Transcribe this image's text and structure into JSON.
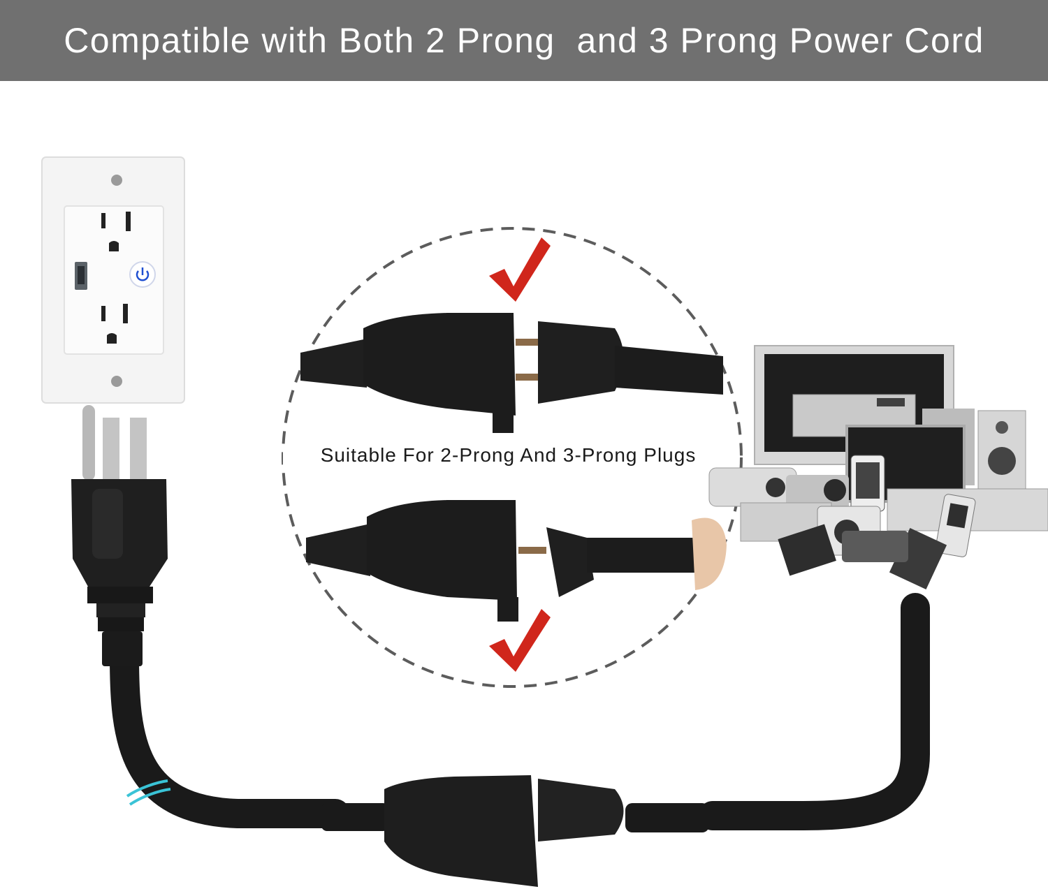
{
  "banner": {
    "title": "Compatible with Both 2 Prong  and 3 Prong Power Cord",
    "background_color": "#707070",
    "text_color": "#ffffff"
  },
  "circle": {
    "label": "Suitable For 2-Prong And 3-Prong Plugs",
    "border_style": "dashed"
  },
  "icons": [
    "wall-outlet-icon",
    "usb-port-icon",
    "power-button-icon",
    "three-prong-plug-icon",
    "checkmark-icon",
    "two-prong-plug-icon",
    "electronics-devices-icon",
    "power-cord-icon"
  ],
  "colors": {
    "checkmark": "#d0261b",
    "cord": "#1a1a1a",
    "power_button": "#1f4fd1"
  }
}
